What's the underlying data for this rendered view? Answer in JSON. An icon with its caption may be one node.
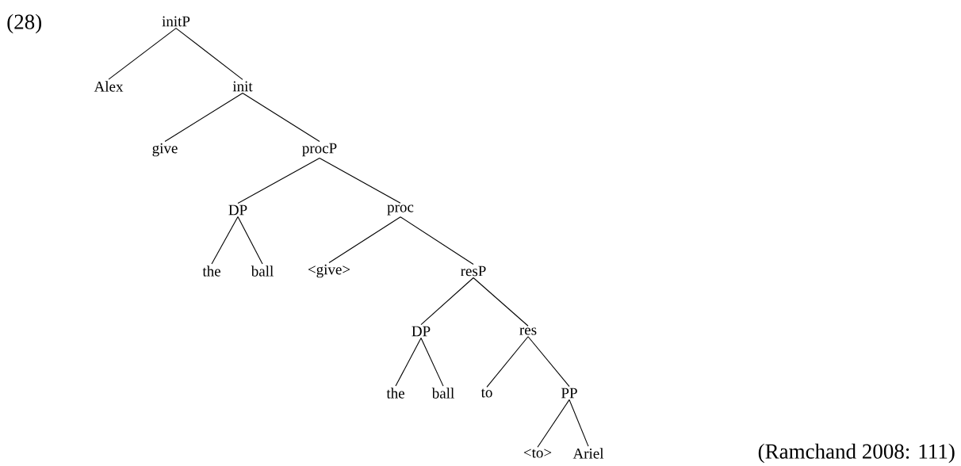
{
  "diagram": {
    "nodes": [
      {
        "text": [
          "initP"
        ]
      },
      {
        "text": [
          "Alex"
        ]
      },
      {
        "text": [
          "init"
        ]
      },
      {
        "text": [
          "give"
        ]
      },
      {
        "text": [
          "procP"
        ]
      },
      {
        "text": [
          "DP"
        ]
      },
      {
        "text": [
          "proc"
        ]
      },
      {
        "text": [
          "the"
        ]
      },
      {
        "text": [
          "ball"
        ]
      },
      {
        "text": [
          "<give>"
        ]
      },
      {
        "text": [
          "resP"
        ]
      },
      {
        "text": [
          "DP"
        ]
      },
      {
        "text": [
          "res"
        ]
      },
      {
        "text": [
          "the"
        ]
      },
      {
        "text": [
          "ball"
        ]
      },
      {
        "text": [
          "to"
        ]
      },
      {
        "text": [
          "PP"
        ]
      },
      {
        "text": [
          "<to>"
        ]
      },
      {
        "text": [
          "Ariel"
        ]
      }
    ],
    "edges": [
      {
        "from": 0,
        "to": 1,
        "arrow": "none"
      },
      {
        "from": 0,
        "to": 2,
        "arrow": "none"
      },
      {
        "from": 2,
        "to": 3,
        "arrow": "none"
      },
      {
        "from": 2,
        "to": 4,
        "arrow": "none"
      },
      {
        "from": 4,
        "to": 5,
        "arrow": "none"
      },
      {
        "from": 4,
        "to": 6,
        "arrow": "none"
      },
      {
        "from": 5,
        "to": 7,
        "arrow": "none"
      },
      {
        "from": 5,
        "to": 8,
        "arrow": "none"
      },
      {
        "from": 6,
        "to": 9,
        "arrow": "none"
      },
      {
        "from": 6,
        "to": 10,
        "arrow": "none"
      },
      {
        "from": 10,
        "to": 11,
        "arrow": "none"
      },
      {
        "from": 10,
        "to": 12,
        "arrow": "none"
      },
      {
        "from": 11,
        "to": 13,
        "arrow": "none"
      },
      {
        "from": 11,
        "to": 14,
        "arrow": "none"
      },
      {
        "from": 12,
        "to": 15,
        "arrow": "none"
      },
      {
        "from": 12,
        "to": 16,
        "arrow": "none"
      },
      {
        "from": 16,
        "to": 17,
        "arrow": "none"
      },
      {
        "from": 16,
        "to": 18,
        "arrow": "none"
      }
    ],
    "labels": [
      "(28)",
      "(Ramchand 2008: 111)"
    ]
  }
}
